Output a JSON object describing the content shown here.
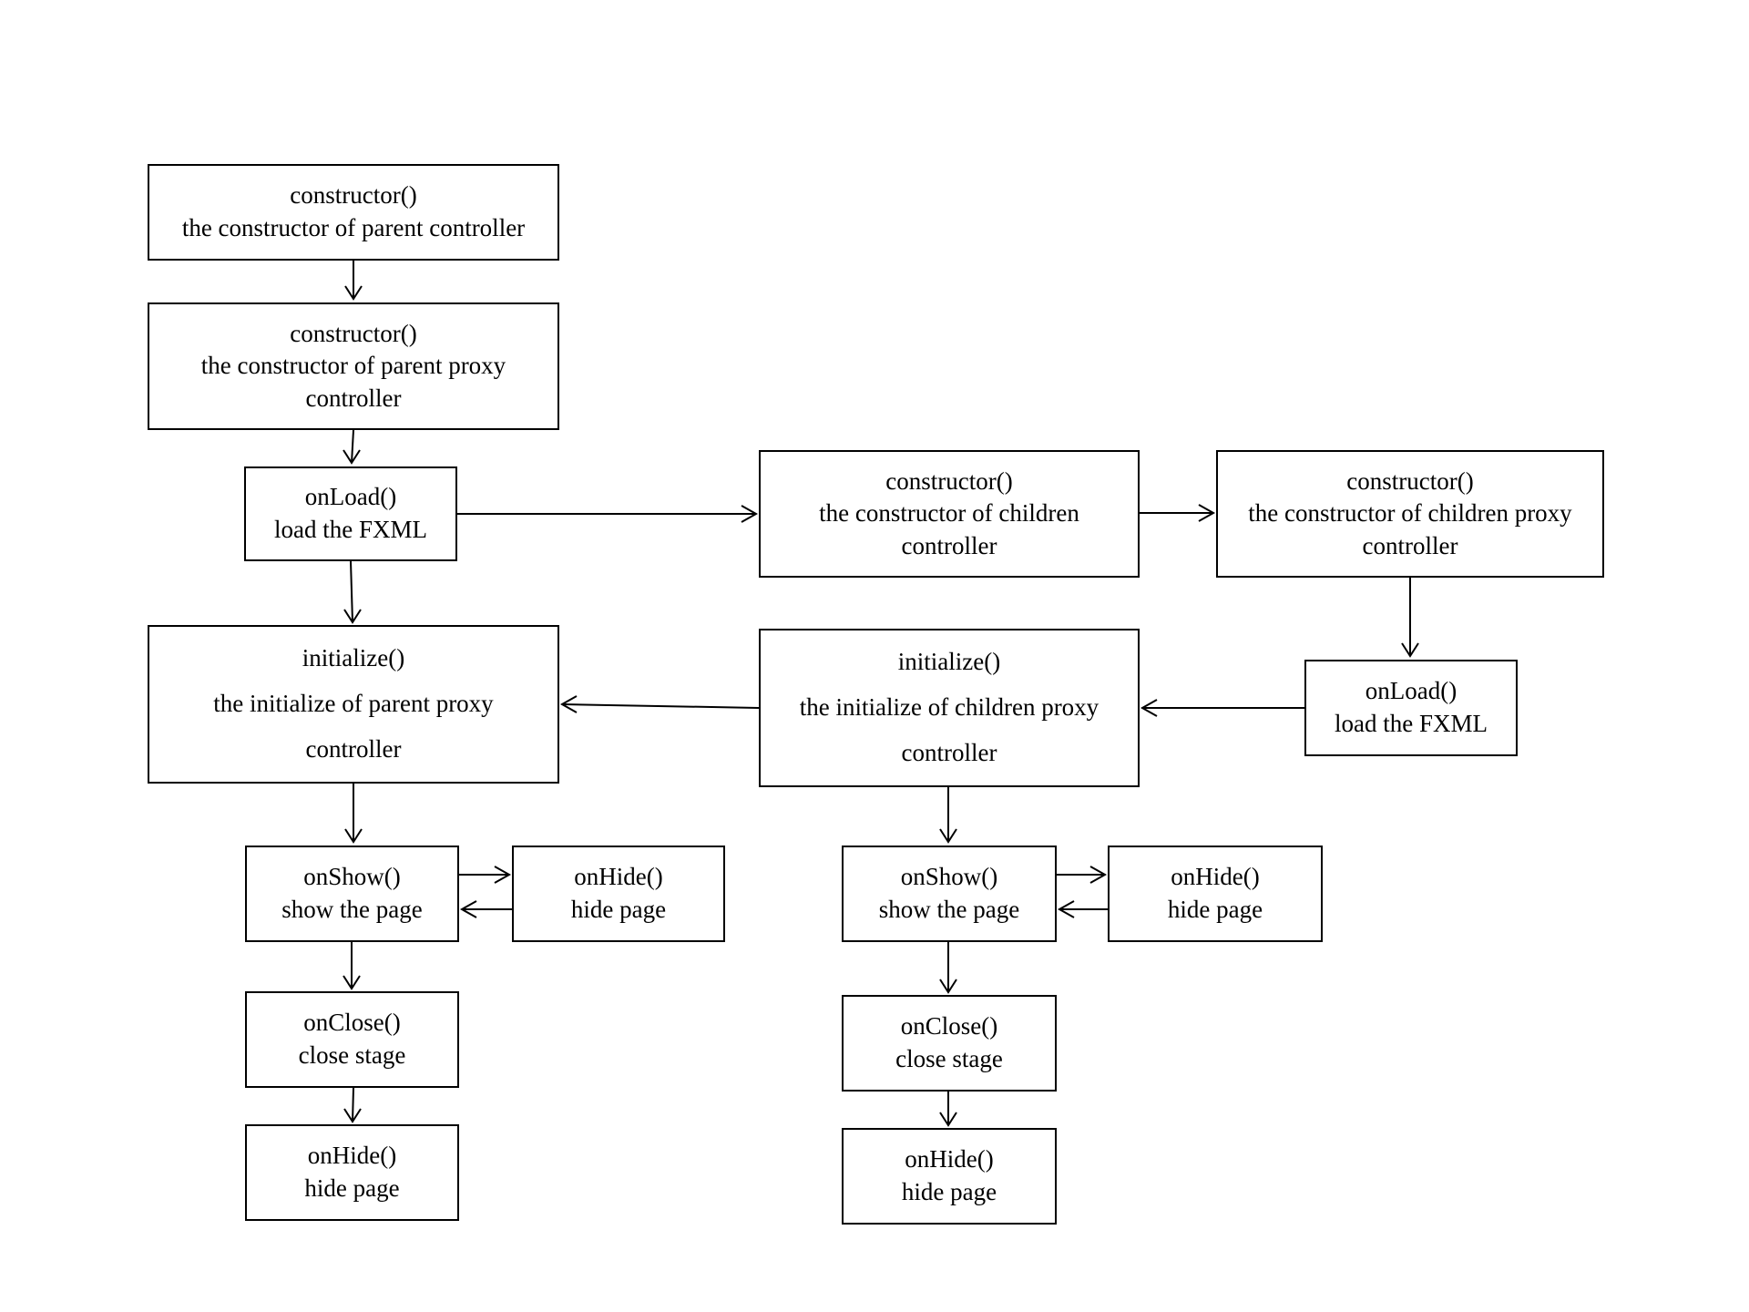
{
  "nodes": {
    "parent_ctor": {
      "name": "constructor()",
      "desc": "the constructor of parent controller"
    },
    "parent_proxy_ctor": {
      "name": "constructor()",
      "desc": "the constructor of parent proxy",
      "desc2": "controller"
    },
    "parent_onload": {
      "name": "onLoad()",
      "desc": "load the FXML"
    },
    "children_ctor": {
      "name": "constructor()",
      "desc": "the constructor of children",
      "desc2": "controller"
    },
    "children_proxy_ctor": {
      "name": "constructor()",
      "desc": "the constructor of children proxy",
      "desc2": "controller"
    },
    "children_onload": {
      "name": "onLoad()",
      "desc": "load the FXML"
    },
    "parent_init": {
      "name": "initialize()",
      "desc": "the initialize of parent proxy",
      "desc2": "controller"
    },
    "children_init": {
      "name": "initialize()",
      "desc": "the initialize of children proxy",
      "desc2": "controller"
    },
    "parent_onshow": {
      "name": "onShow()",
      "desc": "show the page"
    },
    "parent_onhide_side": {
      "name": "onHide()",
      "desc": "hide page"
    },
    "children_onshow": {
      "name": "onShow()",
      "desc": "show the page"
    },
    "children_onhide_side": {
      "name": "onHide()",
      "desc": "hide page"
    },
    "parent_onclose": {
      "name": "onClose()",
      "desc": "close stage"
    },
    "children_onclose": {
      "name": "onClose()",
      "desc": "close stage"
    },
    "parent_onhide_end": {
      "name": "onHide()",
      "desc": "hide page"
    },
    "children_onhide_end": {
      "name": "onHide()",
      "desc": "hide page"
    }
  }
}
